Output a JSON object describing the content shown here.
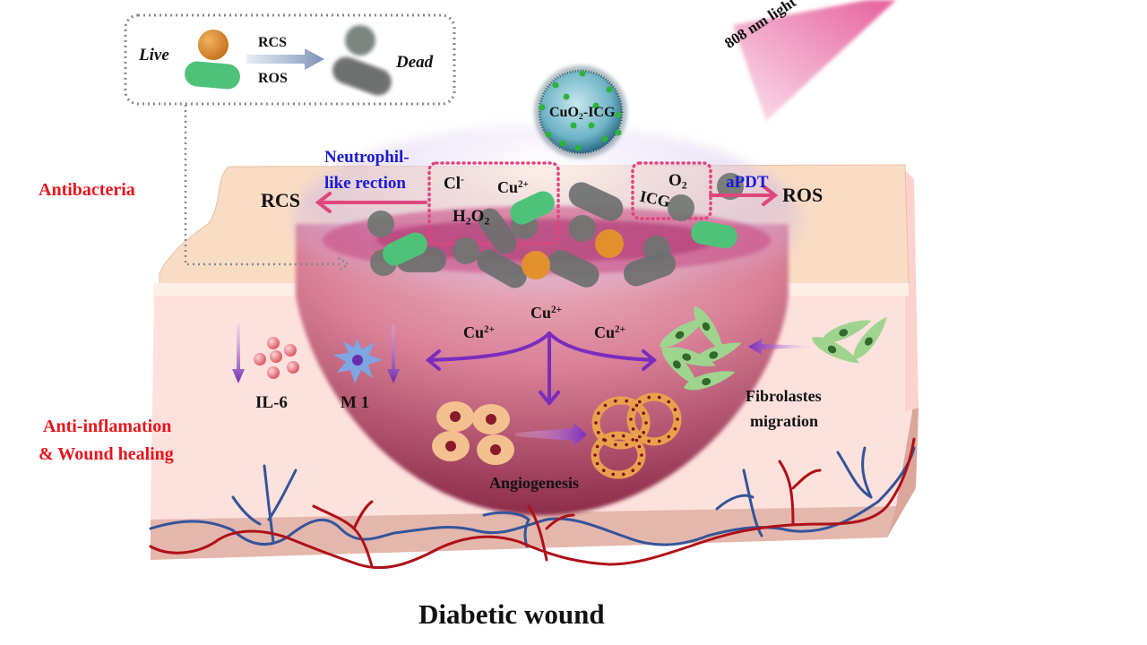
{
  "figure": {
    "title": "Diabetic wound",
    "colors": {
      "section_label": "#e8141c",
      "reaction_label": "#1a1ad8",
      "arrow_pink": "#e0467e",
      "arrow_purple": "#7b2cbf",
      "artery": "#b01018",
      "vein": "#34549a",
      "live_bacteria_green": "#4fc27a",
      "live_bacteria_orange": "#e0912e",
      "dead_bacteria_gray": "#6e7670"
    }
  },
  "legend": {
    "live_label": "Live",
    "dead_label": "Dead",
    "arrow_top_label": "RCS",
    "arrow_bottom_label": "ROS"
  },
  "light": {
    "label": "808 nm light"
  },
  "nanoparticle": {
    "label_main": "CuO",
    "label_sub": "2",
    "label_suffix": "-ICG"
  },
  "sections": {
    "antibacteria": "Antibacteria",
    "anti_inflammation_line1": "Anti-inflamation",
    "anti_inflammation_line2": "& Wound healing"
  },
  "antibacterial": {
    "left_reaction_line1": "Neutrophil-",
    "left_reaction_line2": "like rection",
    "left_product": "RCS",
    "right_reaction": "aPDT",
    "right_product": "ROS",
    "left_box": {
      "chloride": "Cl",
      "chloride_charge": "-",
      "copper": "Cu",
      "copper_charge": "2+",
      "peroxide_h": "H",
      "peroxide_sub1": "2",
      "peroxide_o": "O",
      "peroxide_sub2": "2"
    },
    "right_box": {
      "oxygen": "O",
      "oxygen_sub": "2",
      "icg": "ICG"
    }
  },
  "healing": {
    "cu_center": "Cu",
    "cu_center_charge": "2+",
    "cu_left": "Cu",
    "cu_left_charge": "2+",
    "cu_right": "Cu",
    "cu_right_charge": "2+",
    "il6_label": "IL-6",
    "m1_label": "M 1",
    "angiogenesis_label": "Angiogenesis",
    "fibroblast_line1": "Fibrolastes",
    "fibroblast_line2": "migration"
  }
}
